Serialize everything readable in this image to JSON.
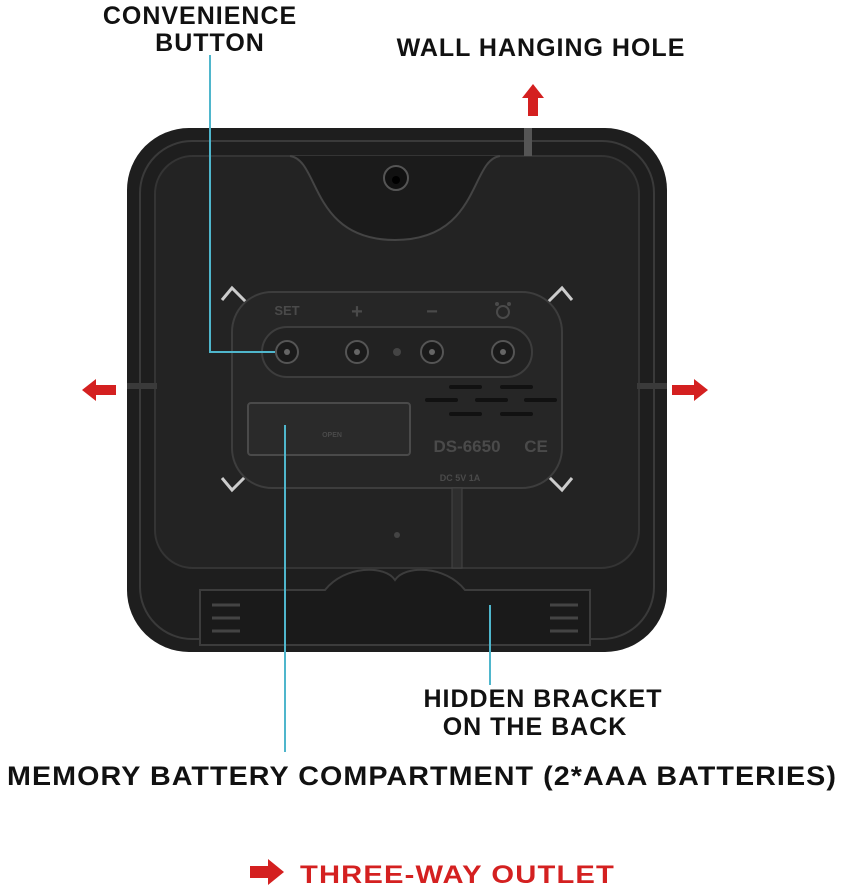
{
  "labels": {
    "convenience_line1": "CONVENIENCE",
    "convenience_line2": "BUTTON",
    "wall_hole": "WALL HANGING HOLE",
    "hidden_bracket_line1": "HIDDEN BRACKET",
    "hidden_bracket_line2": "ON THE BACK",
    "battery": "MEMORY BATTERY COMPARTMENT (2*AAA BATTERIES)",
    "outlet_legend": "THREE-WAY OUTLET"
  },
  "device": {
    "buttons": [
      "SET",
      "+",
      "−",
      "alarm-icon"
    ],
    "battery_door": "OPEN",
    "model": "DS-6650",
    "cert": "CE",
    "power": "DC 5V 1A"
  },
  "colors": {
    "body": "#1e1e1e",
    "leader": "#4fb6cc",
    "arrow": "#d42020"
  }
}
